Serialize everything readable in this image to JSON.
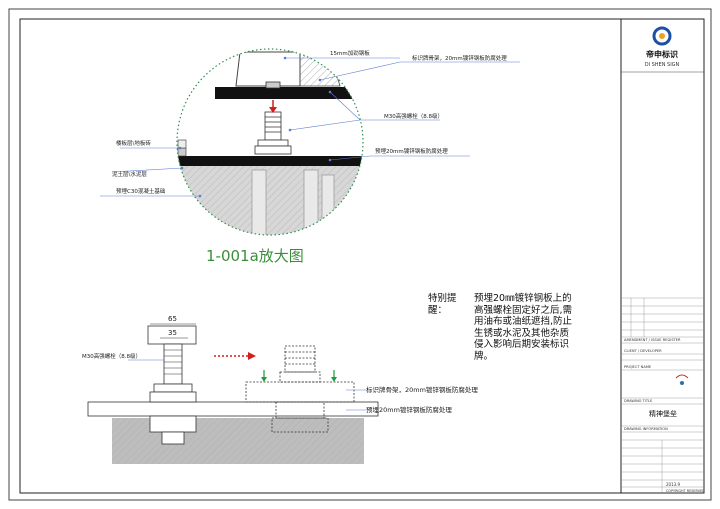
{
  "detail": {
    "callout_plate_15": "15mm加劲钢板",
    "callout_frame_top": "标识牌骨架，20mm镀锌钢板防腐处理",
    "callout_bolt": "M30高强螺栓（8.8级）",
    "callout_embed_plate": "预埋20mm镀锌钢板防腐处理",
    "callout_tile": "楼板层\\地板砖",
    "callout_mortar": "泥土层\\水泥层",
    "callout_concrete": "预埋C30混凝土基础",
    "caption": "1-001a放大图"
  },
  "elevation": {
    "dim_65": "65",
    "dim_35": "35",
    "bolt_label": "M30高强螺栓（8.8级）",
    "frame_label": "标识牌骨架，20mm镀锌钢板防腐处理",
    "embed_label": "预埋20mm镀锌钢板防腐处理"
  },
  "note": {
    "title": "特别提醒：",
    "body": "预埋20㎜镀锌钢板上的高强螺栓固定好之后,需用油布或油纸遮挡,防止生锈或水泥及其他杂质侵入影响后期安装标识牌。"
  },
  "title_block": {
    "brand_cn": "帝申标识",
    "brand_en": "DI SHEN SIGN",
    "amendment": "AMENDMENT / ISSUE REGISTER",
    "client": "CLIENT / DEVELOPER",
    "project": "PROJECT NAME",
    "drawing_title_label": "DRAWING TITLE",
    "drawing_title": "精神堡垒",
    "drawing_info": "DRAWING INFORMATION",
    "date": "2013.9",
    "copyright": "COPYRIGHT RESERVED"
  },
  "colors": {
    "red_arrow": "#d21e1e",
    "green_arrow": "#1f9a3c",
    "caption_green": "#3a8e3a",
    "detail_circle": "#2f8f4f",
    "leader_blue": "#5a7bd0",
    "brand_blue": "#1f4fa3"
  }
}
